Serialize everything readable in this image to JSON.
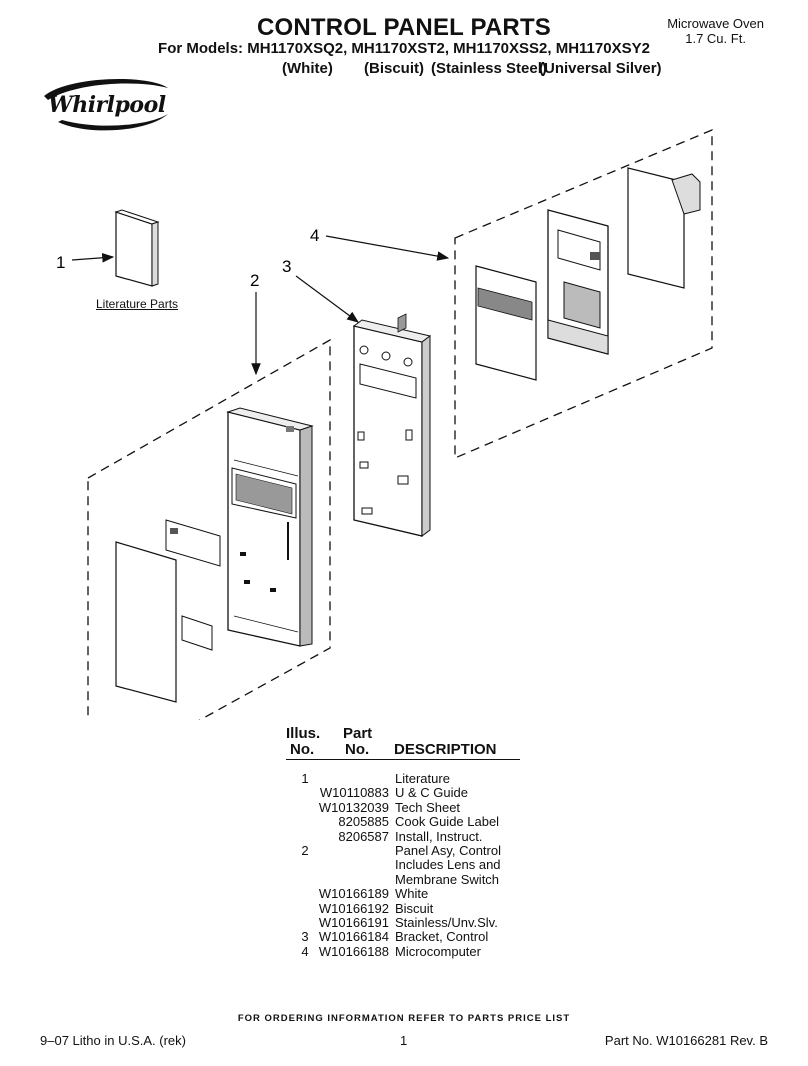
{
  "header": {
    "title": "CONTROL PANEL PARTS",
    "models_line": "For Models: MH1170XSQ2, MH1170XST2, MH1170XSS2, MH1170XSY2",
    "variants": [
      "(White)",
      "(Biscuit)",
      "(Stainless Steel)",
      "(Universal Silver)"
    ],
    "product_type": "Microwave Oven",
    "capacity": "1.7 Cu. Ft.",
    "brand": "Whirlpool"
  },
  "diagram": {
    "callouts": [
      "1",
      "2",
      "3",
      "4"
    ],
    "literature_label": "Literature Parts"
  },
  "parts_table": {
    "headers": {
      "illus_line1": "Illus.",
      "illus_line2": "No.",
      "part_line1": "Part",
      "part_line2": "No.",
      "description": "DESCRIPTION"
    },
    "rows": [
      {
        "illus": "1",
        "part": "",
        "desc": "Literature"
      },
      {
        "illus": "",
        "part": "W10110883",
        "desc": "U & C Guide"
      },
      {
        "illus": "",
        "part": "W10132039",
        "desc": "Tech Sheet"
      },
      {
        "illus": "",
        "part": "8205885",
        "desc": "Cook Guide Label"
      },
      {
        "illus": "",
        "part": "8206587",
        "desc": "Install, Instruct."
      },
      {
        "illus": "2",
        "part": "",
        "desc": "Panel Asy, Control"
      },
      {
        "illus": "",
        "part": "",
        "desc": "Includes Lens and"
      },
      {
        "illus": "",
        "part": "",
        "desc": "Membrane Switch"
      },
      {
        "illus": "",
        "part": "W10166189",
        "desc": "White"
      },
      {
        "illus": "",
        "part": "W10166192",
        "desc": "Biscuit"
      },
      {
        "illus": "",
        "part": "W10166191",
        "desc": "Stainless/Unv.Slv."
      },
      {
        "illus": "3",
        "part": "W10166184",
        "desc": "Bracket, Control"
      },
      {
        "illus": "4",
        "part": "W10166188",
        "desc": "Microcomputer"
      }
    ]
  },
  "footer": {
    "ordering_note": "FOR ORDERING INFORMATION REFER TO PARTS PRICE LIST",
    "litho": "9–07 Litho in U.S.A. (rek)",
    "page": "1",
    "part_no": "Part No. W10166281 Rev. B"
  }
}
